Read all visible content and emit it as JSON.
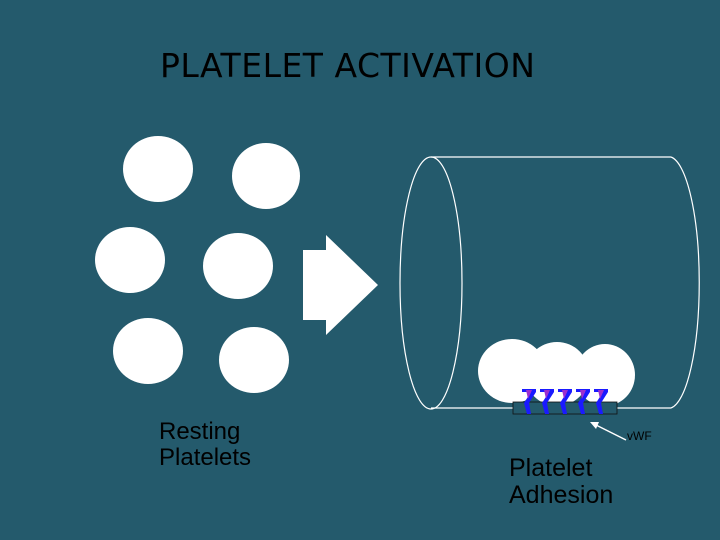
{
  "title": "PLATELET ACTIVATION",
  "labels": {
    "resting": [
      "Resting",
      "Platelets"
    ],
    "adhesion": [
      "Platelet",
      "Adhesion"
    ],
    "vwf": "vWF"
  },
  "colors": {
    "background": "#245a6c",
    "platelet": "#ffffff",
    "vessel_outline": "#ffffff",
    "text": "#000000",
    "vwf_main": "#1a1aff",
    "vwf_accent": "#9b2fd0"
  },
  "resting_platelet_count": 6,
  "adhered_platelet_count": 3,
  "vwf_strand_count": 5
}
